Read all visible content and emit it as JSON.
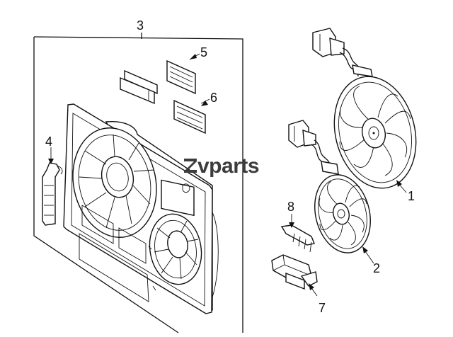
{
  "watermark": {
    "text": "vparts",
    "color": "#3c3c3c"
  },
  "callouts": [
    {
      "id": "1",
      "text": "1"
    },
    {
      "id": "2",
      "text": "2"
    },
    {
      "id": "3",
      "text": "3"
    },
    {
      "id": "4",
      "text": "4"
    },
    {
      "id": "5",
      "text": "5"
    },
    {
      "id": "6",
      "text": "6"
    },
    {
      "id": "7",
      "text": "7"
    },
    {
      "id": "8",
      "text": "8"
    }
  ],
  "colors": {
    "line": "#111111",
    "background": "#ffffff"
  }
}
